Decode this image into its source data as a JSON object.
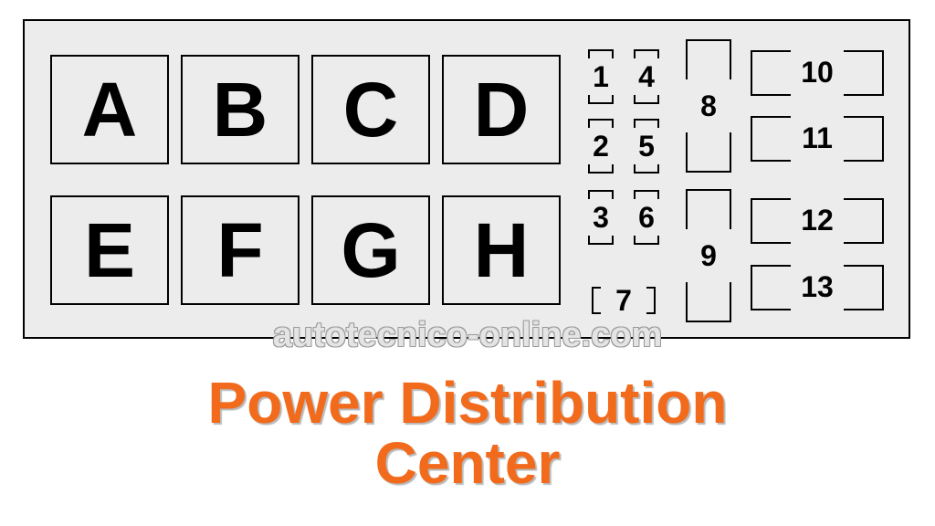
{
  "relays": {
    "A": "A",
    "B": "B",
    "C": "C",
    "D": "D",
    "E": "E",
    "F": "F",
    "G": "G",
    "H": "H"
  },
  "fuses": {
    "f1": "1",
    "f2": "2",
    "f3": "3",
    "f4": "4",
    "f5": "5",
    "f6": "6",
    "f7": "7",
    "f8": "8",
    "f9": "9",
    "f10": "10",
    "f11": "11",
    "f12": "12",
    "f13": "13"
  },
  "watermark": "autotecnico-online.com",
  "title": {
    "line1": "Power Distribution",
    "line2": "Center"
  },
  "colors": {
    "title": "#f26a1b",
    "panel": "#ececec",
    "outline": "#000000"
  }
}
